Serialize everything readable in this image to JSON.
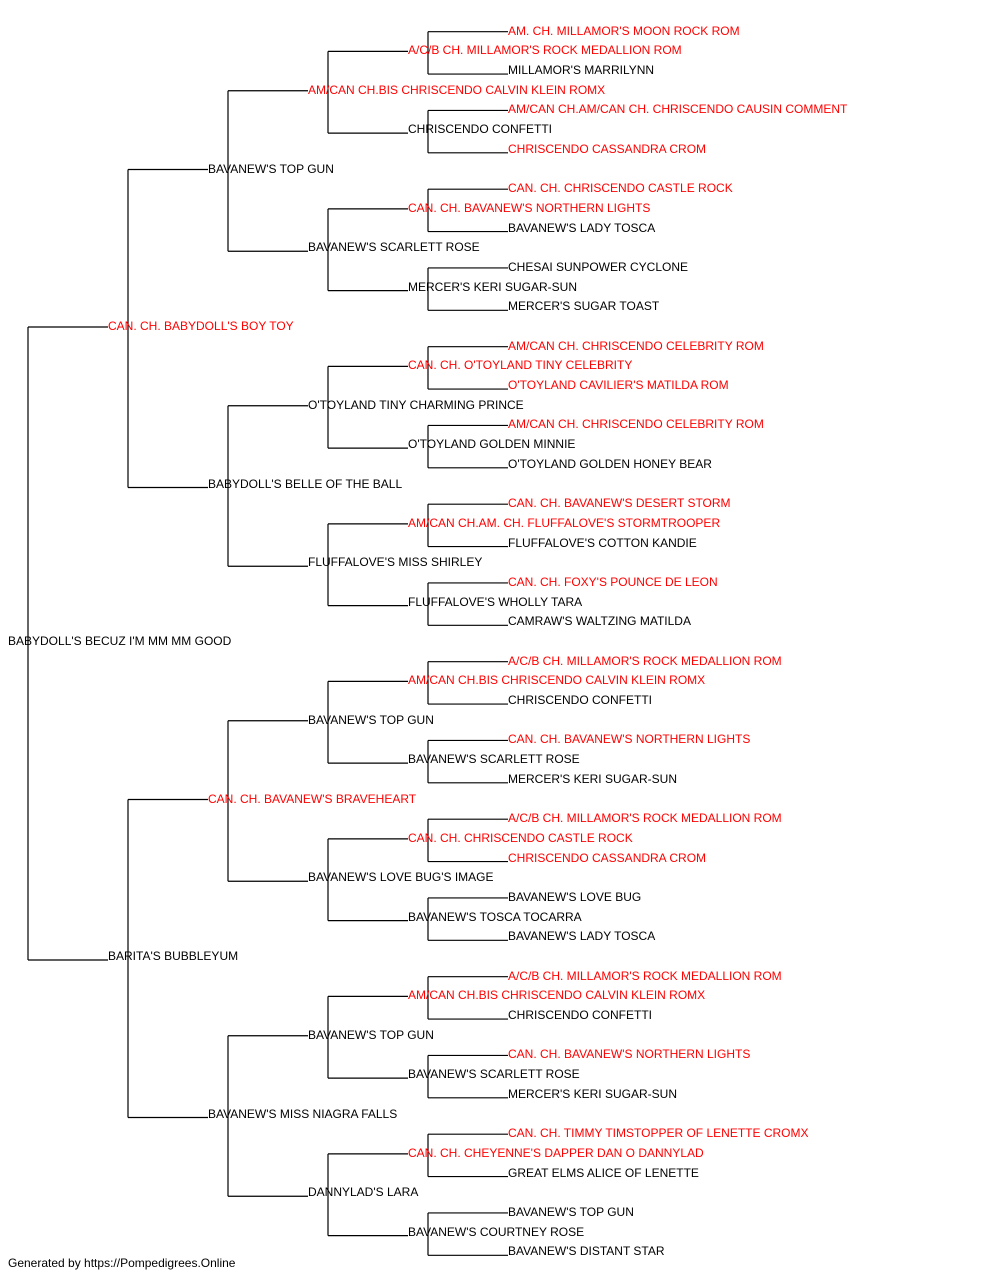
{
  "colors": {
    "champion": "#ff0000",
    "normal": "#000000",
    "line": "#000000"
  },
  "pedigree": {
    "name": "BABYDOLL'S BECUZ I'M MM MM GOOD",
    "champion": false,
    "sire": {
      "name": "CAN. CH. BABYDOLL'S BOY TOY",
      "champion": true,
      "sire": {
        "name": "BAVANEW'S TOP GUN",
        "champion": false,
        "sire": {
          "name": "AM/CAN CH.BIS CHRISCENDO CALVIN KLEIN ROMX",
          "champion": true,
          "sire": {
            "name": "A/C/B CH. MILLAMOR'S ROCK MEDALLION ROM",
            "champion": true,
            "sire": {
              "name": "AM. CH. MILLAMOR'S MOON ROCK ROM",
              "champion": true
            },
            "dam": {
              "name": "MILLAMOR'S MARRILYNN",
              "champion": false
            }
          },
          "dam": {
            "name": "CHRISCENDO CONFETTI",
            "champion": false,
            "sire": {
              "name": "AM/CAN CH.AM/CAN CH. CHRISCENDO CAUSIN COMMENT",
              "champion": true
            },
            "dam": {
              "name": "CHRISCENDO CASSANDRA CROM",
              "champion": true
            }
          }
        },
        "dam": {
          "name": "BAVANEW'S SCARLETT ROSE",
          "champion": false,
          "sire": {
            "name": "CAN. CH. BAVANEW'S NORTHERN LIGHTS",
            "champion": true,
            "sire": {
              "name": "CAN. CH. CHRISCENDO CASTLE ROCK",
              "champion": true
            },
            "dam": {
              "name": "BAVANEW'S LADY TOSCA",
              "champion": false
            }
          },
          "dam": {
            "name": "MERCER'S KERI SUGAR-SUN",
            "champion": false,
            "sire": {
              "name": "CHESAI SUNPOWER CYCLONE",
              "champion": false
            },
            "dam": {
              "name": "MERCER'S SUGAR TOAST",
              "champion": false
            }
          }
        }
      },
      "dam": {
        "name": "BABYDOLL'S BELLE OF THE BALL",
        "champion": false,
        "sire": {
          "name": "O'TOYLAND TINY CHARMING PRINCE",
          "champion": false,
          "sire": {
            "name": "CAN. CH. O'TOYLAND TINY CELEBRITY",
            "champion": true,
            "sire": {
              "name": "AM/CAN CH. CHRISCENDO CELEBRITY ROM",
              "champion": true
            },
            "dam": {
              "name": "O'TOYLAND CAVILIER'S MATILDA ROM",
              "champion": true
            }
          },
          "dam": {
            "name": "O'TOYLAND GOLDEN MINNIE",
            "champion": false,
            "sire": {
              "name": "AM/CAN CH. CHRISCENDO CELEBRITY ROM",
              "champion": true
            },
            "dam": {
              "name": "O'TOYLAND GOLDEN HONEY BEAR",
              "champion": false
            }
          }
        },
        "dam": {
          "name": "FLUFFALOVE'S MISS SHIRLEY",
          "champion": false,
          "sire": {
            "name": "AM/CAN CH.AM. CH. FLUFFALOVE'S STORMTROOPER",
            "champion": true,
            "sire": {
              "name": "CAN. CH. BAVANEW'S DESERT STORM",
              "champion": true
            },
            "dam": {
              "name": "FLUFFALOVE'S COTTON KANDIE",
              "champion": false
            }
          },
          "dam": {
            "name": "FLUFFALOVE'S WHOLLY TARA",
            "champion": false,
            "sire": {
              "name": "CAN. CH. FOXY'S POUNCE DE LEON",
              "champion": true
            },
            "dam": {
              "name": "CAMRAW'S WALTZING MATILDA",
              "champion": false
            }
          }
        }
      }
    },
    "dam": {
      "name": "BARITA'S BUBBLEYUM",
      "champion": false,
      "sire": {
        "name": "CAN. CH. BAVANEW'S BRAVEHEART",
        "champion": true,
        "sire": {
          "name": "BAVANEW'S TOP GUN",
          "champion": false,
          "sire": {
            "name": "AM/CAN CH.BIS CHRISCENDO CALVIN KLEIN ROMX",
            "champion": true,
            "sire": {
              "name": "A/C/B CH. MILLAMOR'S ROCK MEDALLION ROM",
              "champion": true
            },
            "dam": {
              "name": "CHRISCENDO CONFETTI",
              "champion": false
            }
          },
          "dam": {
            "name": "BAVANEW'S SCARLETT ROSE",
            "champion": false,
            "sire": {
              "name": "CAN. CH. BAVANEW'S NORTHERN LIGHTS",
              "champion": true
            },
            "dam": {
              "name": "MERCER'S KERI SUGAR-SUN",
              "champion": false
            }
          }
        },
        "dam": {
          "name": "BAVANEW'S LOVE BUG'S IMAGE",
          "champion": false,
          "sire": {
            "name": "CAN. CH. CHRISCENDO CASTLE ROCK",
            "champion": true,
            "sire": {
              "name": "A/C/B CH. MILLAMOR'S ROCK MEDALLION ROM",
              "champion": true
            },
            "dam": {
              "name": "CHRISCENDO CASSANDRA CROM",
              "champion": true
            }
          },
          "dam": {
            "name": "BAVANEW'S TOSCA TOCARRA",
            "champion": false,
            "sire": {
              "name": "BAVANEW'S LOVE BUG",
              "champion": false
            },
            "dam": {
              "name": "BAVANEW'S LADY TOSCA",
              "champion": false
            }
          }
        }
      },
      "dam": {
        "name": "BAVANEW'S MISS NIAGRA FALLS",
        "champion": false,
        "sire": {
          "name": "BAVANEW'S TOP GUN",
          "champion": false,
          "sire": {
            "name": "AM/CAN CH.BIS CHRISCENDO CALVIN KLEIN ROMX",
            "champion": true,
            "sire": {
              "name": "A/C/B CH. MILLAMOR'S ROCK MEDALLION ROM",
              "champion": true
            },
            "dam": {
              "name": "CHRISCENDO CONFETTI",
              "champion": false
            }
          },
          "dam": {
            "name": "BAVANEW'S SCARLETT ROSE",
            "champion": false,
            "sire": {
              "name": "CAN. CH. BAVANEW'S NORTHERN LIGHTS",
              "champion": true
            },
            "dam": {
              "name": "MERCER'S KERI SUGAR-SUN",
              "champion": false
            }
          }
        },
        "dam": {
          "name": "DANNYLAD'S LARA",
          "champion": false,
          "sire": {
            "name": "CAN. CH. CHEYENNE'S DAPPER DAN O DANNYLAD",
            "champion": true,
            "sire": {
              "name": "CAN. CH. TIMMY TIMSTOPPER OF LENETTE CROMX",
              "champion": true
            },
            "dam": {
              "name": "GREAT ELMS ALICE OF LENETTE",
              "champion": false
            }
          },
          "dam": {
            "name": "BAVANEW'S COURTNEY ROSE",
            "champion": false,
            "sire": {
              "name": "BAVANEW'S TOP GUN",
              "champion": false
            },
            "dam": {
              "name": "BAVANEW'S DISTANT STAR",
              "champion": false
            }
          }
        }
      }
    }
  },
  "footer": "Generated by https://Pompedigrees.Online"
}
